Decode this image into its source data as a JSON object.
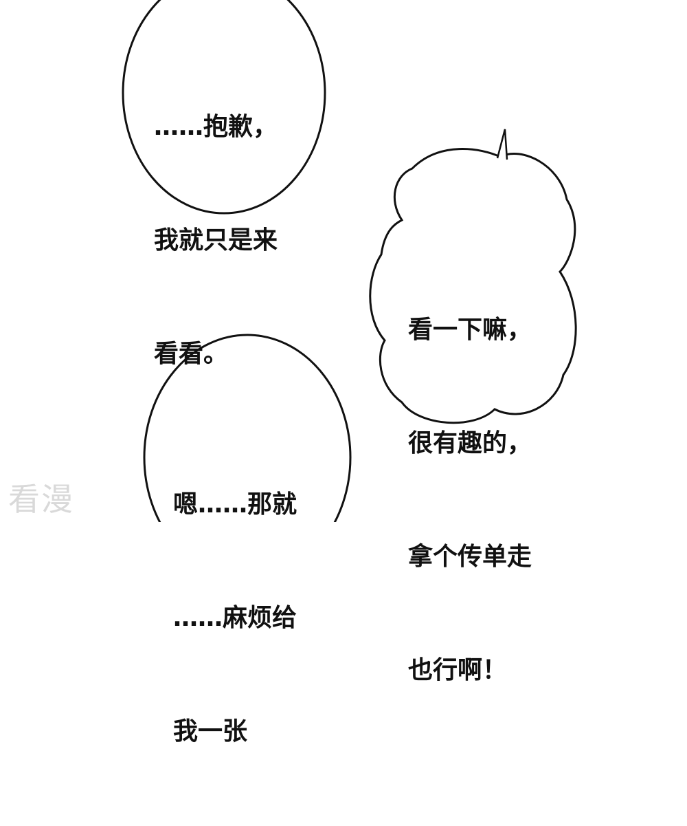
{
  "bubbles": [
    {
      "shape": "oval",
      "lines": [
        "……抱歉，",
        "我就只是来",
        "看看。"
      ]
    },
    {
      "shape": "cloud",
      "lines": [
        "看一下嘛，",
        "很有趣的，",
        "拿个传单走",
        "也行啊！"
      ]
    },
    {
      "shape": "oval",
      "lines": [
        "嗯……那就",
        "……麻烦给",
        "我一张"
      ]
    }
  ],
  "watermark": "看漫",
  "colors": {
    "background": "#ffffff",
    "ink": "#111111",
    "watermark": "#d9d9d9"
  }
}
